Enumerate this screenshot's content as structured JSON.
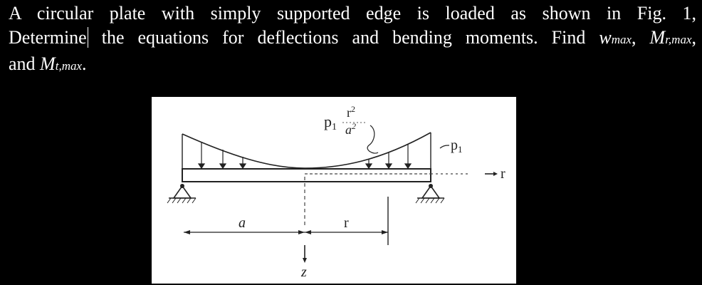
{
  "problem": {
    "line1": "A circular plate with simply supported edge is loaded as shown in Fig. 1,",
    "line2_word1": "Determine",
    "line2_rest": " the equations for deflections and bending moments. Find ",
    "w_symbol": "w",
    "w_sub": "max",
    "sep1": ", ",
    "mr_symbol": "M",
    "mr_sub": "r,max",
    "sep2": ",",
    "line3_lead": "and ",
    "mt_symbol": "M",
    "mt_sub": "t,max",
    "line3_end": "."
  },
  "figure": {
    "label_p1_left": "p",
    "label_p1_left_sub": "1",
    "label_r2": "r",
    "label_r2_sup": "2",
    "label_a2": "a",
    "label_a2_sup": "2",
    "label_p1_right": "p",
    "label_p1_right_sub": "1",
    "label_r_axis": "r",
    "label_a_dim": "a",
    "label_r_dim": "r",
    "label_z_axis": "z"
  }
}
